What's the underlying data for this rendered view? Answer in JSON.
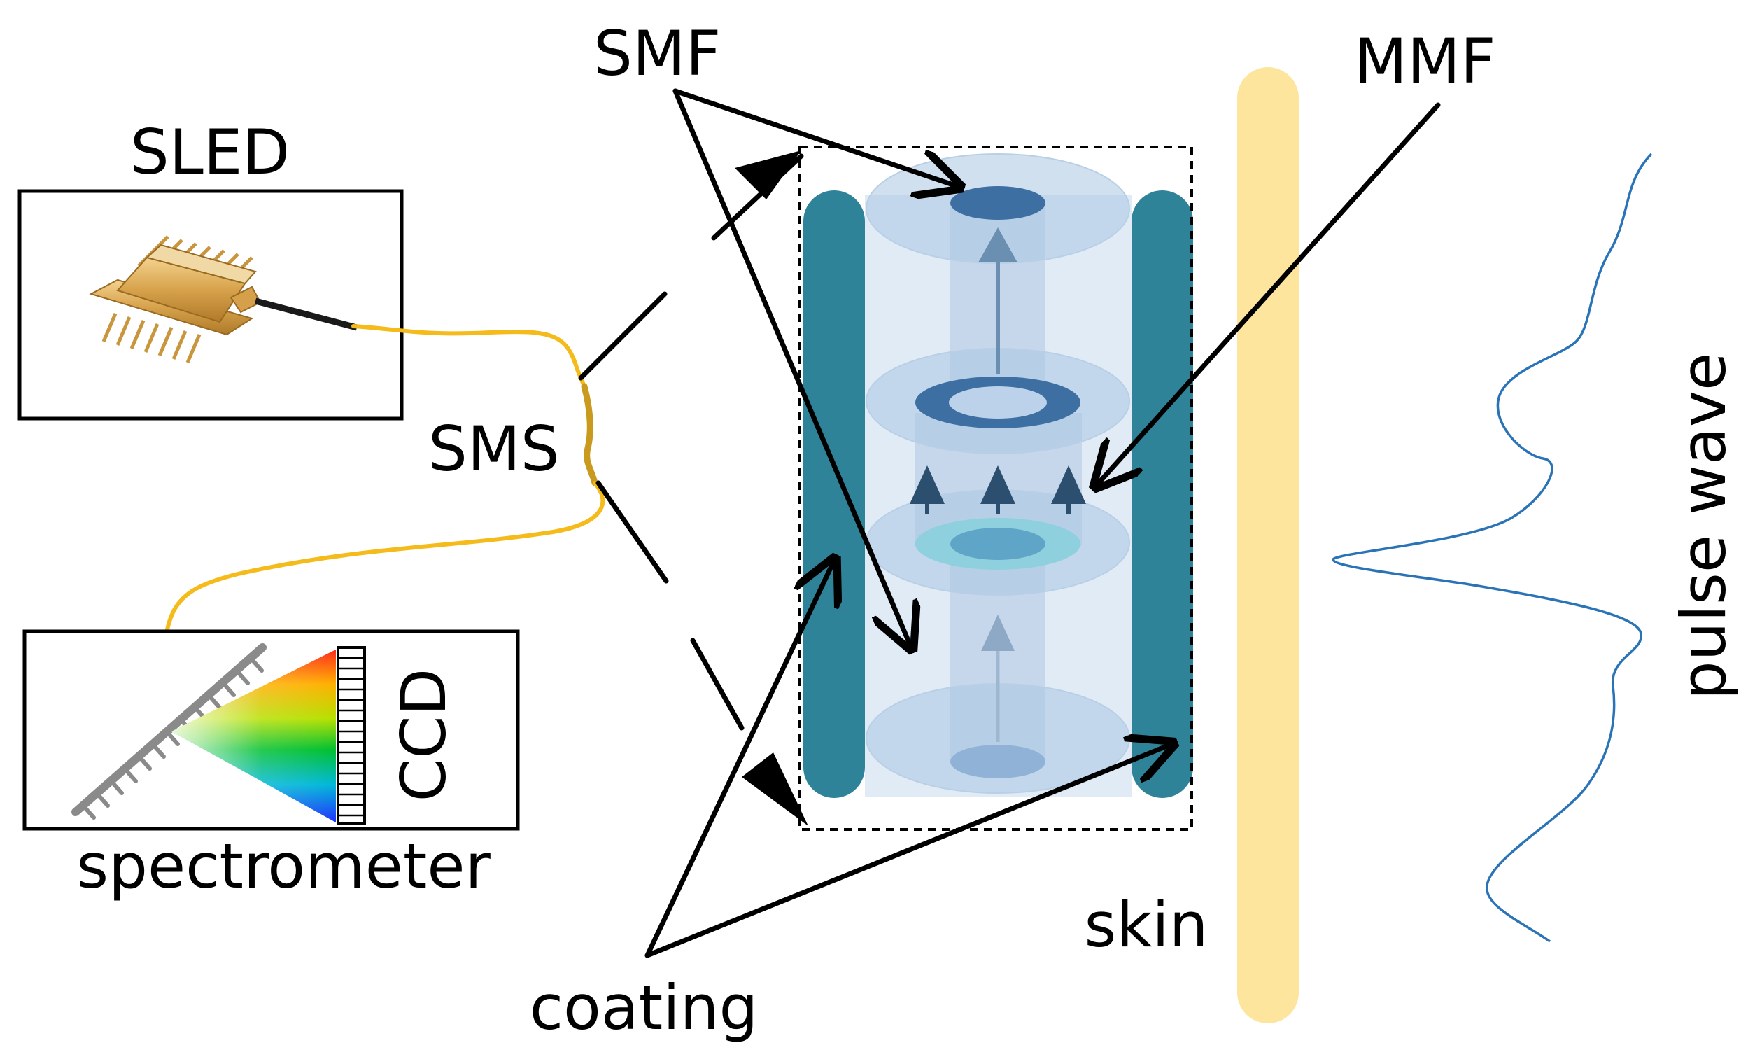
{
  "labels": {
    "sled": "SLED",
    "sms": "SMS",
    "smf": "SMF",
    "mmf": "MMF",
    "ccd": "CCD",
    "spectrometer": "spectrometer",
    "coating": "coating",
    "skin": "skin",
    "pulse_wave": "pulse wave"
  },
  "colors": {
    "fiber": "#f5bb1b",
    "fiber_sensor": "#c99a1d",
    "coating": "#2f8399",
    "skin": "#fde59d",
    "cladding": "#a9c6e1",
    "core": "#3e6fa3",
    "arrow": "#2c4f6f",
    "pulse": "#2a73b6",
    "package": "#d9ac55"
  },
  "icons": {
    "sled_chip": "butterfly-laser-package",
    "grating": "diffraction-grating",
    "ccd_array": "ccd-pixel-array",
    "spectrum": "rainbow-spectrum-fan"
  }
}
